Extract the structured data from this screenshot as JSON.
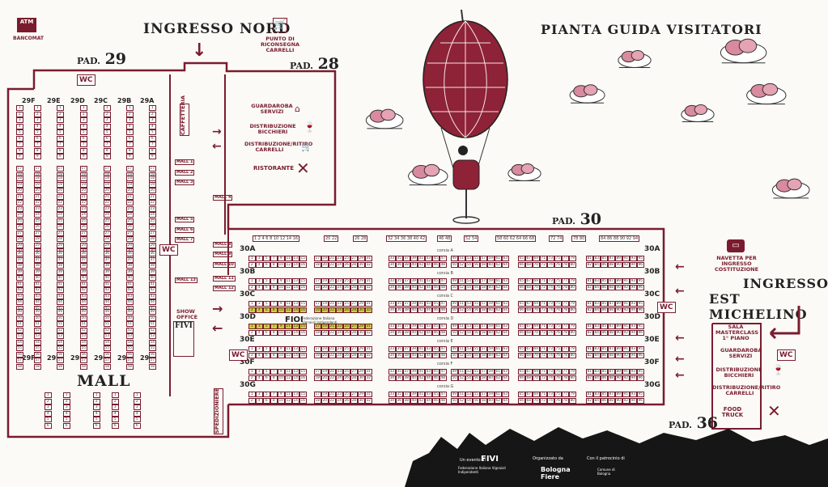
{
  "header": {
    "title": "PIANTA GUIDA VISITATORI",
    "entrance_north": "INGRESSO NORD",
    "entrance_east_line1": "INGRESSO",
    "entrance_east_line2": "EST MICHELINO"
  },
  "pavilions": {
    "p29": {
      "label": "PAD.",
      "number": "29"
    },
    "p28": {
      "label": "PAD.",
      "number": "28"
    },
    "p30": {
      "label": "PAD.",
      "number": "30"
    },
    "p36": {
      "label": "PAD.",
      "number": "36"
    }
  },
  "services": {
    "atm": "ATM",
    "bancomat": "BANCOMAT",
    "carts_point": "PUNTO DI RICONSEGNA CARRELLI",
    "wardrobe": "GUARDAROBA SERVIZI",
    "glasses": "DISTRIBUZIONE BICCHIERI",
    "carts": "DISTRIBUZIONE/RITIRO CARRELLI",
    "restaurant": "RISTORANTE",
    "cafeteria": "CAFFETTERIA",
    "show_office": "SHOW OFFICE",
    "shuttle": "NAVETTA PER INGRESSO COSTITUZIONE",
    "masterclass": "SALA MASTERCLASS 1° PIANO",
    "wardrobe36": "GUARDAROBA SERVIZI",
    "glasses36": "DISTRIBUZIONE BICCHIERI",
    "carts36": "DISTRIBUZIONE/RITIRO CARRELLI",
    "food_truck": "FOOD TRUCK",
    "spedizioniere": "SPEDIZIONIERE",
    "wc": "WC",
    "fivi": "FIVI",
    "mall": "MALL"
  },
  "pad29_columns": [
    "29F",
    "29E",
    "29D",
    "29C",
    "29B",
    "29A"
  ],
  "mall_labels": [
    "MALL 1",
    "MALL 2",
    "MALL 3",
    "MALL 4",
    "MALL 5",
    "MALL 6",
    "MALL 7",
    "MALL 8",
    "MALL 9",
    "MALL 10",
    "MALL 11",
    "MALL 12",
    "MALL 13"
  ],
  "pad30_rows": [
    "30A",
    "30B",
    "30C",
    "30D",
    "30E",
    "30F",
    "30G"
  ],
  "corsie": [
    "corsia A",
    "corsia B",
    "corsia C",
    "corsia D",
    "corsia E",
    "corsia F",
    "corsia G"
  ],
  "pad30_top_numbers": [
    "1 2 4 6 8 10 12 14 16",
    "20 22",
    "26 28",
    "32 34 36 38 40 42",
    "46 48",
    "52 54",
    "58 60 62 64 66 68",
    "72 74",
    "78 80",
    "84 86 88 90 92 94"
  ],
  "highlight_label": "Federazione Italiana Vignaioli Indipendenti",
  "footer": {
    "organizer_intro": "Un evento di",
    "organizer": "FIVI",
    "organizer_full": "Federazione Italiana Vignaioli Indipendenti",
    "organized_by": "Organizzato da",
    "fiera": "Bologna Fiere",
    "patronage": "Con il patrocinio di",
    "comune": "Comune di Bologna"
  },
  "colors": {
    "primary": "#7a1c2e",
    "pink": "#d98a9e",
    "highlight": "#c9d23a"
  }
}
